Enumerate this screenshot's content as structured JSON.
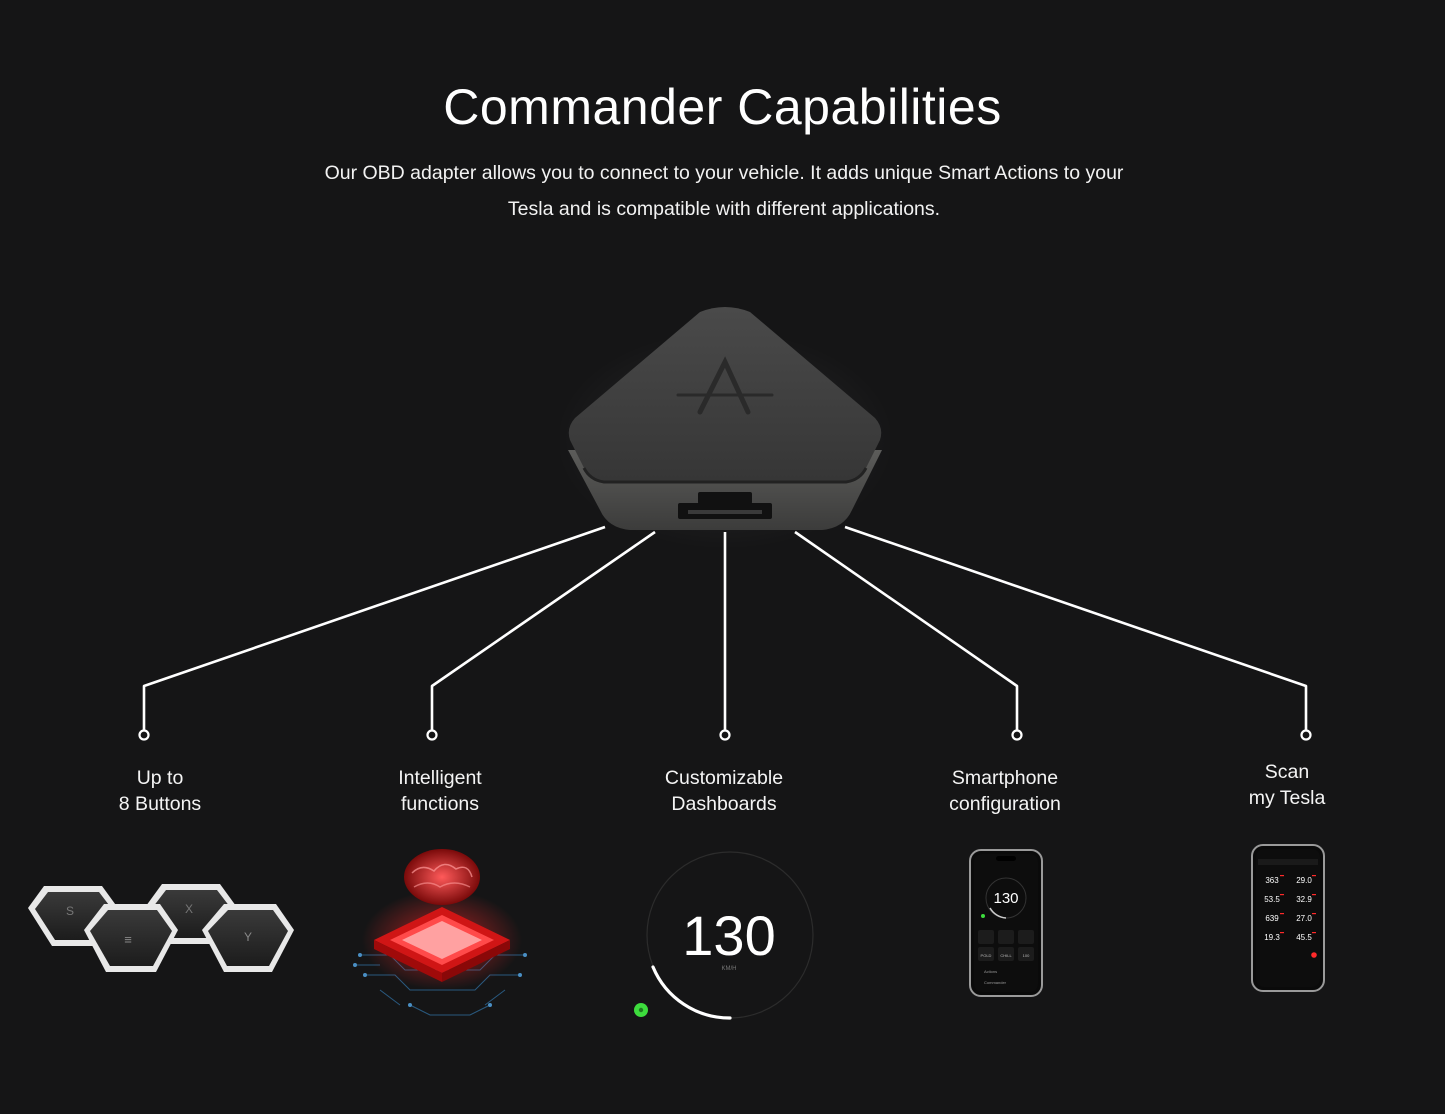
{
  "header": {
    "title": "Commander Capabilities",
    "subtitle_line1": "Our OBD adapter allows you to connect to your vehicle. It adds unique Smart Actions to your",
    "subtitle_line2": "Tesla and is compatible with different applications."
  },
  "device": {
    "icon": "commander-a-logo-icon"
  },
  "capabilities": [
    {
      "line1": "Up to",
      "line2": "8 Buttons",
      "icon": "buttons-icon",
      "buttons": [
        "S",
        "≡",
        "X",
        "Y"
      ]
    },
    {
      "line1": "Intelligent",
      "line2": "functions",
      "icon": "ai-chip-brain-icon"
    },
    {
      "line1": "Customizable",
      "line2": "Dashboards",
      "icon": "speed-gauge-icon",
      "gauge_value": "130",
      "gauge_unit": "KM/H"
    },
    {
      "line1": "Smartphone",
      "line2": "configuration",
      "icon": "phone-icon",
      "phone_value": "130",
      "phone_tiles": [
        "POLD",
        "CHILL",
        "100"
      ],
      "phone_menu": [
        "Actions",
        "Commander"
      ]
    },
    {
      "line1": "Scan",
      "line2": "my Tesla",
      "icon": "phone-icon",
      "scan_values": [
        "363",
        "29.0",
        "53.5",
        "32.9",
        "639",
        "27.0",
        "19.3",
        "45.5"
      ]
    }
  ],
  "colors": {
    "background": "#151516",
    "accent_red": "#ff2a2a",
    "accent_green": "#3ddc3d",
    "line": "#ffffff"
  }
}
